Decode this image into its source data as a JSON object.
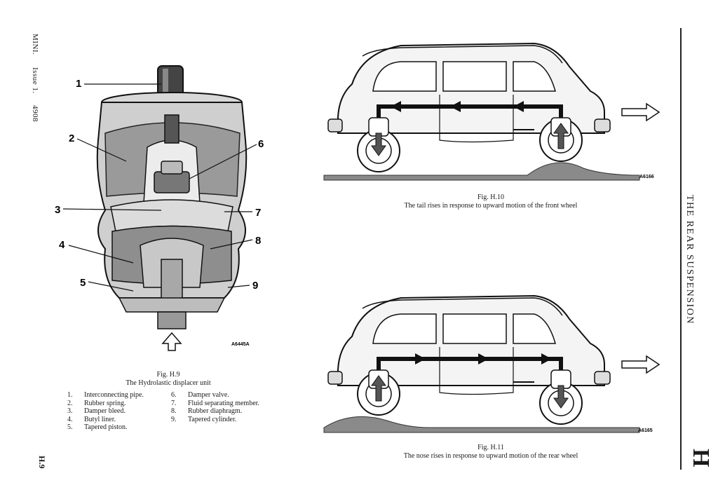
{
  "margin": {
    "manual_title": "MINI.",
    "issue": "Issue 1.",
    "number": "4908",
    "page_number": "H.9"
  },
  "section": {
    "title": "THE REAR SUSPENSION",
    "letter": "H"
  },
  "fig_h9": {
    "number": "Fig. H.9",
    "caption": "The Hydrolastic displacer unit",
    "ref_code": "A6445A",
    "callouts": [
      "1",
      "2",
      "3",
      "4",
      "5",
      "6",
      "7",
      "8",
      "9"
    ],
    "legend_left": [
      {
        "n": "1.",
        "text": "Interconnecting pipe."
      },
      {
        "n": "2.",
        "text": "Rubber spring."
      },
      {
        "n": "3.",
        "text": "Damper bleed."
      },
      {
        "n": "4.",
        "text": "Butyl liner."
      },
      {
        "n": "5.",
        "text": "Tapered piston."
      }
    ],
    "legend_right": [
      {
        "n": "6.",
        "text": "Damper valve."
      },
      {
        "n": "7.",
        "text": "Fluid separating member."
      },
      {
        "n": "8.",
        "text": "Rubber diaphragm."
      },
      {
        "n": "9.",
        "text": "Tapered cylinder."
      }
    ]
  },
  "fig_h10": {
    "number": "Fig. H.10",
    "caption": "The tail rises in response to upward motion of the front wheel",
    "ref_code": "A6166"
  },
  "fig_h11": {
    "number": "Fig. H.11",
    "caption": "The nose rises in response to upward motion of the rear wheel",
    "ref_code": "A6165"
  }
}
